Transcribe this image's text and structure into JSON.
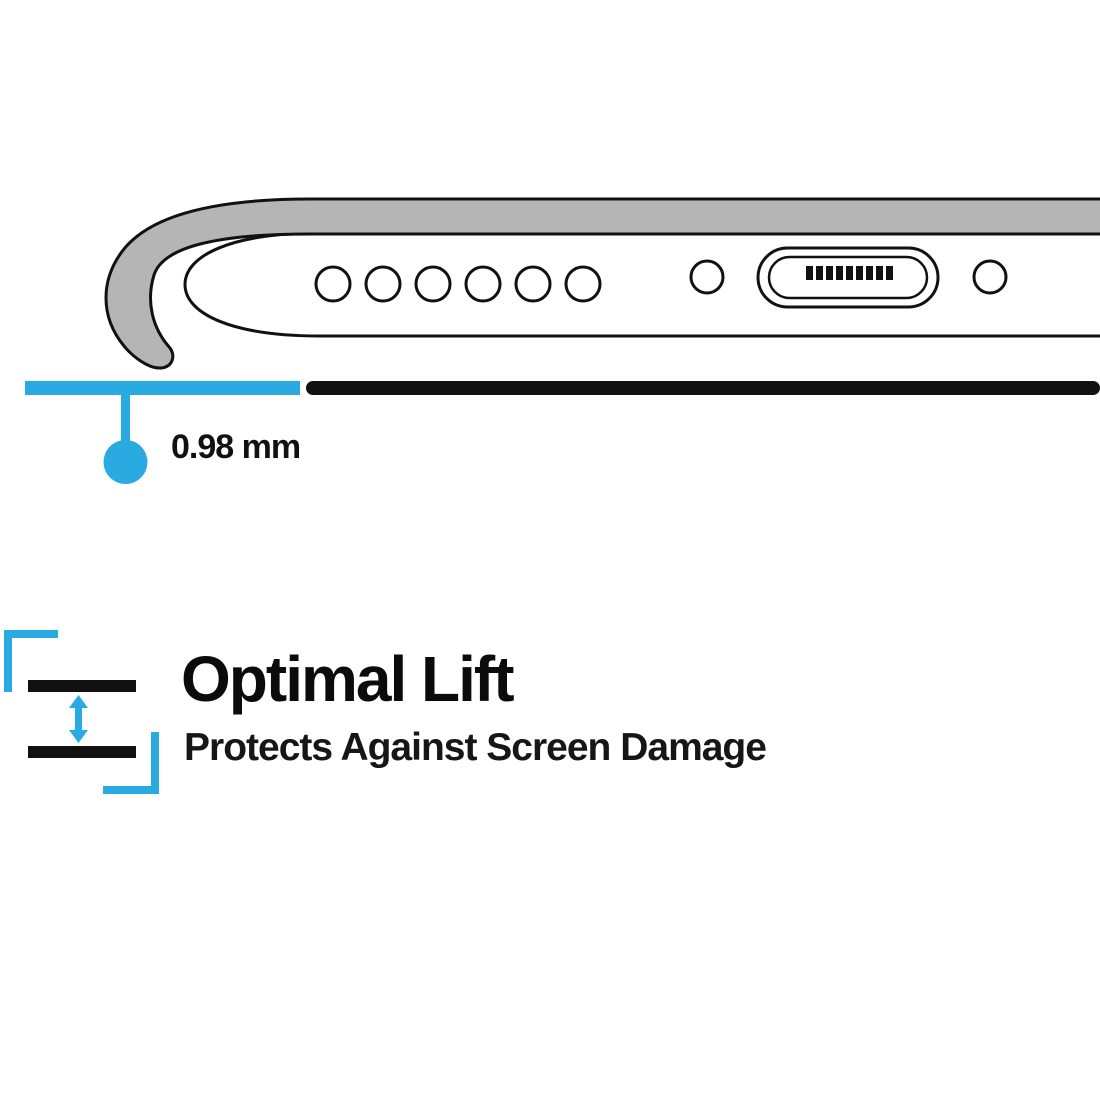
{
  "illustration": {
    "measurement_label": "0.98 mm",
    "description_elements": {
      "phone_part": "phone-bottom-edge-in-case",
      "speaker_hole_count": 6,
      "charging_port": "usb-port-with-pins",
      "lift_gap_mm": 0.98
    }
  },
  "feature": {
    "title": "Optimal Lift",
    "subtitle": "Protects Against Screen Damage"
  },
  "icons": {
    "lift_icon": "double-headed-vertical-arrow-between-two-lines-with-corner-brackets",
    "marker_icon": "cyan-dot-with-stem"
  },
  "colors": {
    "accent_cyan": "#29ABE2",
    "line_black": "#111111",
    "case_gray": "#b5b5b5",
    "background": "#ffffff"
  }
}
